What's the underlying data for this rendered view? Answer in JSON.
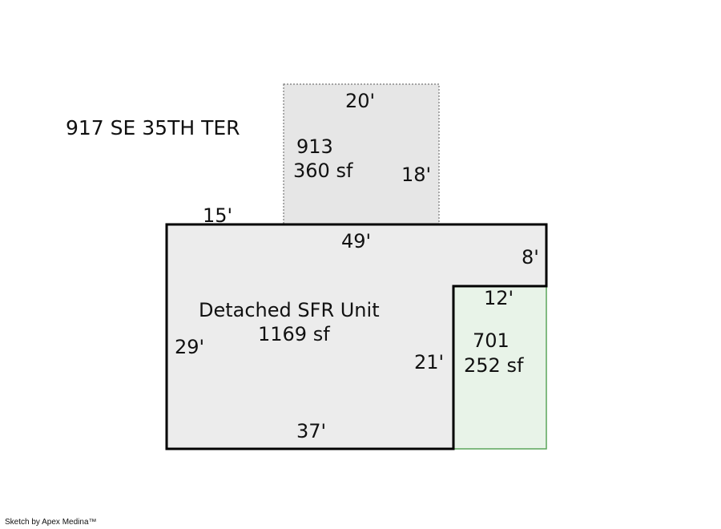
{
  "address": "917 SE 35TH TER",
  "areas": {
    "upper": {
      "code": "913",
      "area": "360 sf"
    },
    "main": {
      "code": "Detached SFR Unit",
      "area": "1169 sf"
    },
    "right": {
      "code": "701",
      "area": "252 sf"
    }
  },
  "dimensions": {
    "upper_top": "20'",
    "upper_right": "18'",
    "main_top_left": "15'",
    "main_top": "49'",
    "main_right": "8'",
    "right_top": "12'",
    "main_left": "29'",
    "main_inner_right": "21'",
    "main_bottom": "37'"
  },
  "credit": "Sketch by Apex Medina™",
  "colors": {
    "upper_fill": "#e6e6e6",
    "main_fill": "#ececec",
    "right_fill": "#e8f3e8",
    "right_border": "#5aa55a",
    "outline": "#000000"
  }
}
